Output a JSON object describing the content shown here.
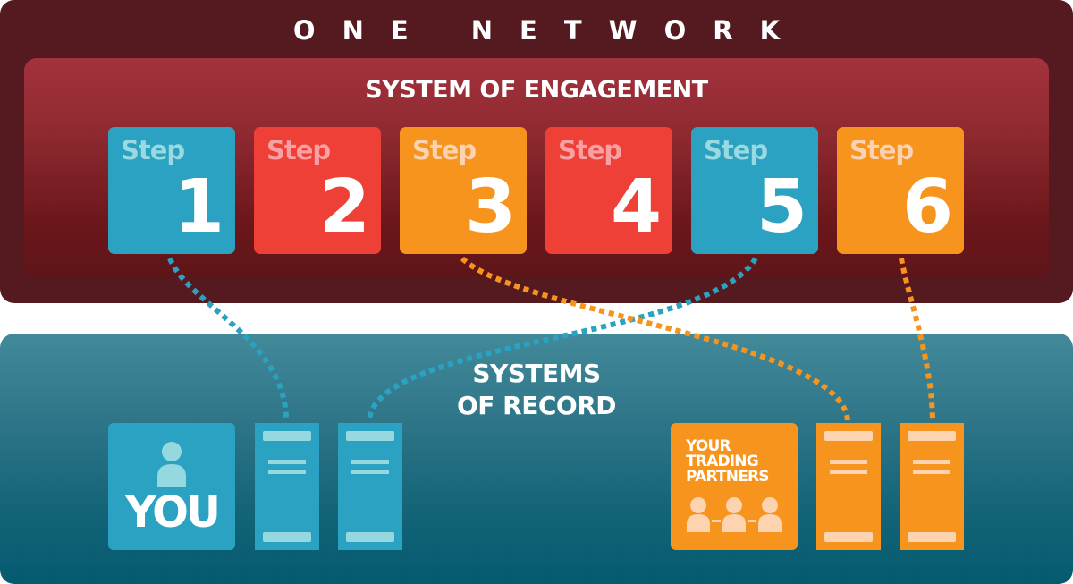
{
  "header": {
    "title": "ONE NETWORK"
  },
  "engagement": {
    "title": "SYSTEM OF ENGAGEMENT",
    "steps": [
      {
        "label": "Step",
        "number": "1",
        "color": "#2ba2c1"
      },
      {
        "label": "Step",
        "number": "2",
        "color": "#ee4037"
      },
      {
        "label": "Step",
        "number": "3",
        "color": "#f7941e"
      },
      {
        "label": "Step",
        "number": "4",
        "color": "#ee4037"
      },
      {
        "label": "Step",
        "number": "5",
        "color": "#2ba2c1"
      },
      {
        "label": "Step",
        "number": "6",
        "color": "#f7941e"
      }
    ]
  },
  "records": {
    "title_line1": "SYSTEMS",
    "title_line2": "OF RECORD",
    "you": {
      "label": "YOU",
      "icon": "person-icon"
    },
    "partners": {
      "line1": "YOUR",
      "line2": "TRADING",
      "line3": "PARTNERS",
      "icon": "connected-people-icon"
    }
  },
  "connections": [
    {
      "from_step": "1",
      "to": "your-record-1",
      "color": "#2ba2c1"
    },
    {
      "from_step": "5",
      "to": "your-record-2",
      "color": "#2ba2c1"
    },
    {
      "from_step": "3",
      "to": "partner-record-1",
      "color": "#f7941e"
    },
    {
      "from_step": "6",
      "to": "partner-record-2",
      "color": "#f7941e"
    }
  ],
  "colors": {
    "blue": "#2ba2c1",
    "red": "#ee4037",
    "orange": "#f7941e",
    "network_bg": "#541a1f",
    "records_bg": "#1a6a7e"
  }
}
